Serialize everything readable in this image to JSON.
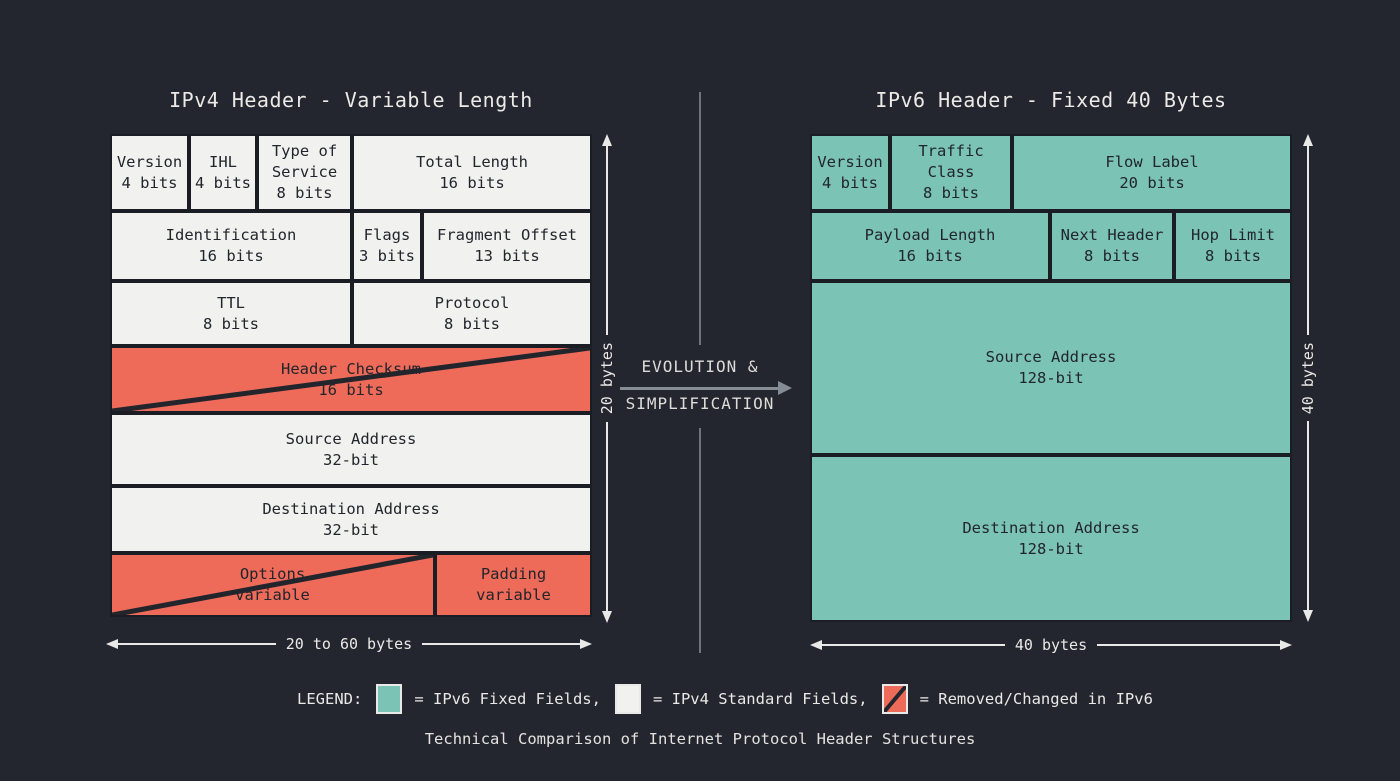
{
  "colors": {
    "background": "#23262e",
    "ipv6_fixed_fill": "#7ac3b5",
    "ipv4_standard_fill": "#f1f1ef",
    "removed_changed_fill": "#ee6a59",
    "block_border": "#1a1d23",
    "block_text": "#22252b",
    "light_text": "#e9e9e7",
    "divider_gray": "#6e747d",
    "evolution_arrow_gray": "#858c95"
  },
  "ipv4": {
    "title": "IPv4 Header - Variable Length",
    "height_label": "20 bytes",
    "width_label": "20 to 60 bytes",
    "rows": [
      {
        "cells": [
          {
            "label": "Version",
            "sub": "4 bits",
            "type": "standard"
          },
          {
            "label": "IHL",
            "sub": "4 bits",
            "type": "standard"
          },
          {
            "label": "Type of Service",
            "sub": "8 bits",
            "type": "standard"
          },
          {
            "label": "Total Length",
            "sub": "16 bits",
            "type": "standard"
          }
        ]
      },
      {
        "cells": [
          {
            "label": "Identification",
            "sub": "16 bits",
            "type": "standard"
          },
          {
            "label": "Flags",
            "sub": "3 bits",
            "type": "standard"
          },
          {
            "label": "Fragment Offset",
            "sub": "13 bits",
            "type": "standard"
          }
        ]
      },
      {
        "cells": [
          {
            "label": "TTL",
            "sub": "8 bits",
            "type": "standard"
          },
          {
            "label": "Protocol",
            "sub": "8 bits",
            "type": "standard"
          }
        ]
      },
      {
        "cells": [
          {
            "label": "Header Checksum",
            "sub": "16 bits",
            "type": "removed",
            "struck": true
          }
        ]
      },
      {
        "cells": [
          {
            "label": "Source Address",
            "sub": "32-bit",
            "type": "standard"
          }
        ]
      },
      {
        "cells": [
          {
            "label": "Destination Address",
            "sub": "32-bit",
            "type": "standard"
          }
        ]
      },
      {
        "cells": [
          {
            "label": "Options",
            "sub": "variable",
            "type": "removed",
            "struck": true
          },
          {
            "label": "Padding",
            "sub": "variable",
            "type": "removed"
          }
        ]
      }
    ]
  },
  "ipv6": {
    "title": "IPv6 Header - Fixed 40 Bytes",
    "height_label": "40 bytes",
    "width_label": "40 bytes",
    "rows": [
      {
        "cells": [
          {
            "label": "Version",
            "sub": "4 bits",
            "type": "fixed"
          },
          {
            "label": "Traffic Class",
            "sub": "8 bits",
            "type": "fixed"
          },
          {
            "label": "Flow Label",
            "sub": "20 bits",
            "type": "fixed"
          }
        ]
      },
      {
        "cells": [
          {
            "label": "Payload Length",
            "sub": "16 bits",
            "type": "fixed"
          },
          {
            "label": "Next Header",
            "sub": "8 bits",
            "type": "fixed"
          },
          {
            "label": "Hop Limit",
            "sub": "8 bits",
            "type": "fixed"
          }
        ]
      },
      {
        "cells": [
          {
            "label": "Source Address",
            "sub": "128-bit",
            "type": "fixed"
          }
        ]
      },
      {
        "cells": [
          {
            "label": "Destination Address",
            "sub": "128-bit",
            "type": "fixed"
          }
        ]
      }
    ]
  },
  "middle": {
    "line1": "EVOLUTION &",
    "line2": "SIMPLIFICATION"
  },
  "legend": {
    "label": "LEGEND:",
    "items": [
      {
        "swatch": "ipv6-fixed",
        "text": "= IPv6 Fixed Fields,"
      },
      {
        "swatch": "ipv4-standard",
        "text": "= IPv4 Standard Fields,"
      },
      {
        "swatch": "removed-changed",
        "text": "= Removed/Changed in IPv6"
      }
    ]
  },
  "caption": "Technical Comparison of Internet Protocol Header Structures"
}
